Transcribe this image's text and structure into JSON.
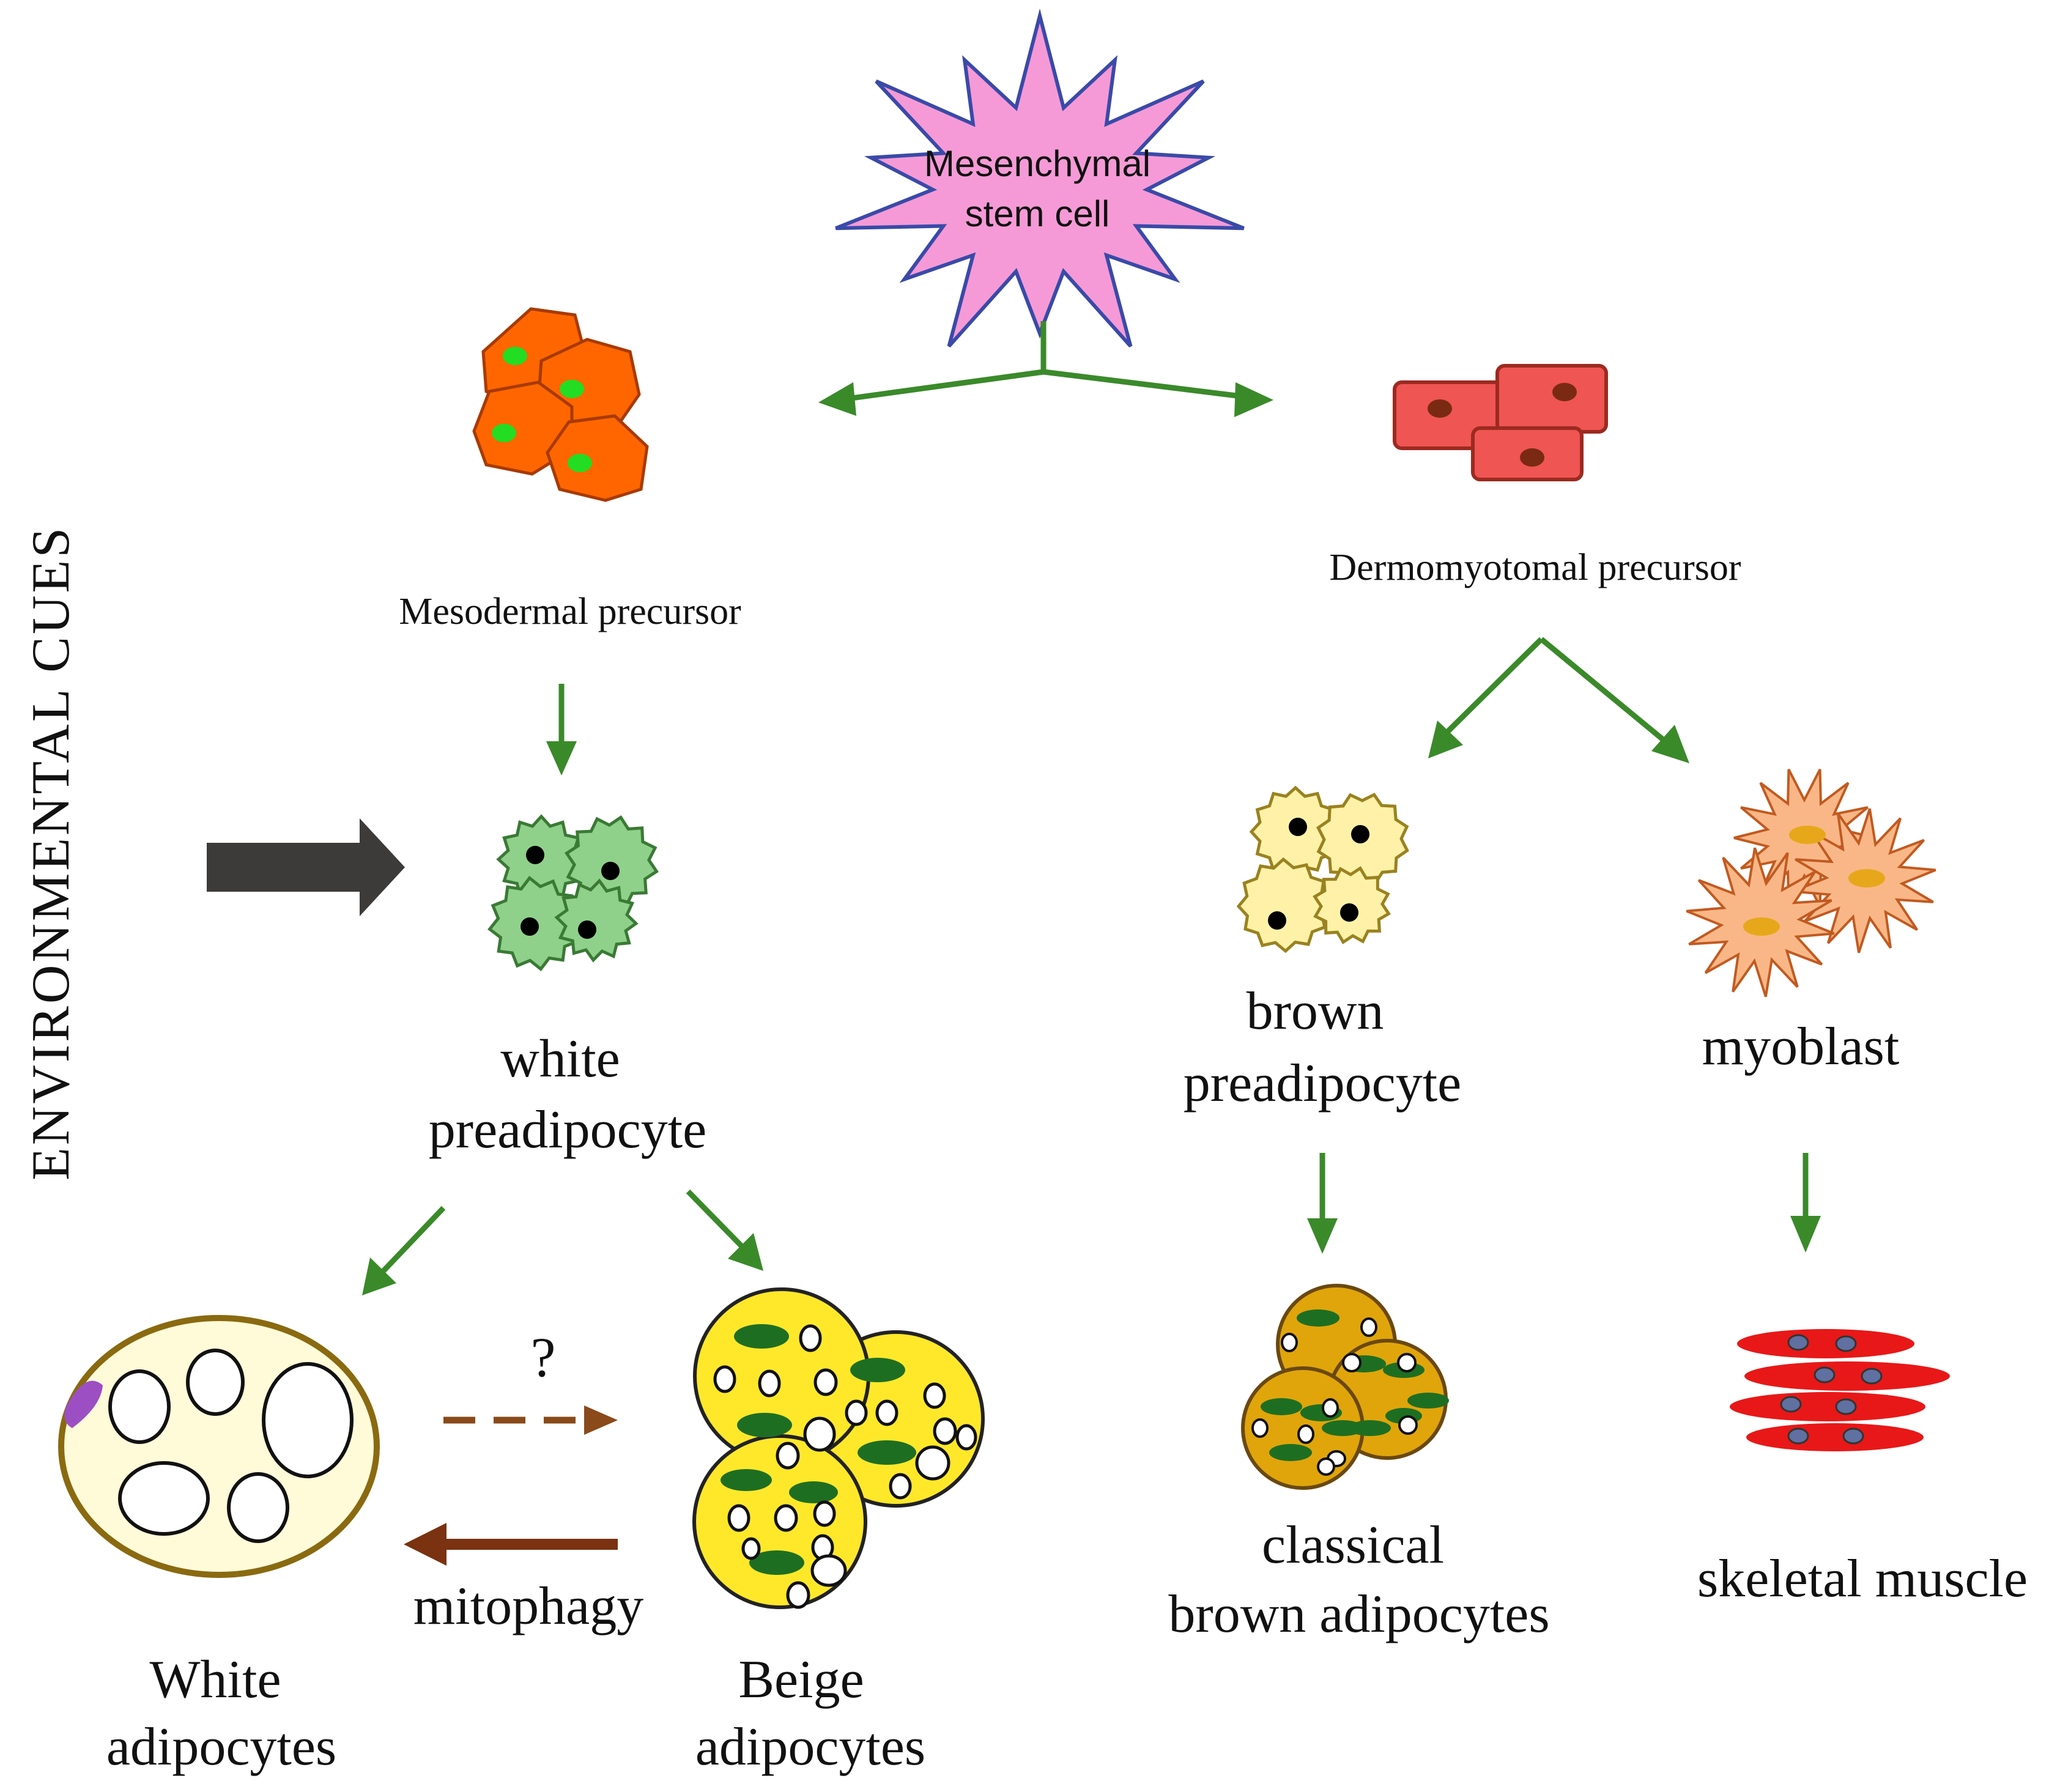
{
  "side_label": "ENVIRONMENTAL CUES",
  "stem_cell": {
    "line1": "Mesenchymal",
    "line2": "stem cell",
    "color": "#f59ad6"
  },
  "mesodermal_precursor": {
    "label": "Mesodermal precursor",
    "color": "#ff6600",
    "nucleus_color": "#22dd22"
  },
  "dermomyotomal_precursor": {
    "label": "Dermomyotomal precursor",
    "color": "#ef5552",
    "nucleus_color": "#7a2a12"
  },
  "white_preadipocyte": {
    "line1": "white",
    "line2": "preadipocyte",
    "color": "#8fd18a"
  },
  "brown_preadipocyte": {
    "line1": "brown",
    "line2": "preadipocyte",
    "color": "#fff2a8"
  },
  "myoblast": {
    "label": "myoblast",
    "color": "#f9b787",
    "nucleus_color": "#e6a81a"
  },
  "white_adipocytes": {
    "line1": "White",
    "line2": "adipocytes",
    "fill": "#fffbd9",
    "border": "#8a6a10",
    "accent": "#9c4fc2"
  },
  "beige_adipocytes": {
    "line1": "Beige",
    "line2": "adipocytes",
    "fill": "#ffe82a"
  },
  "classical_brown_adipocytes": {
    "line1": "classical",
    "line2": "brown adipocytes",
    "fill": "#e0a50a"
  },
  "skeletal_muscle": {
    "label": "skeletal muscle",
    "color": "#e81818"
  },
  "transitions": {
    "question_mark": "?",
    "mitophagy": "mitophagy",
    "arrow_color": "#3a8a2a",
    "brown_arrow_color": "#7a3210",
    "cue_arrow_color": "#3d3a3a"
  }
}
